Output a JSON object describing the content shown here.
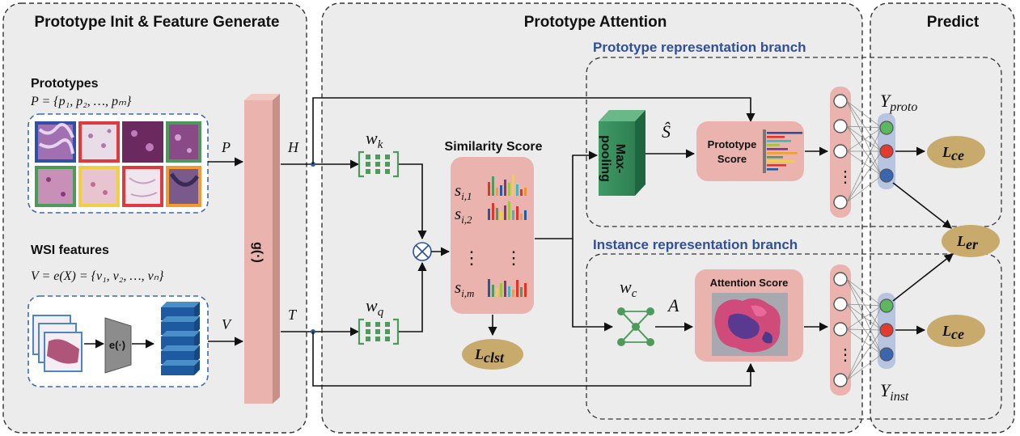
{
  "panels": {
    "init": "Prototype Init & Feature Generate",
    "attention": "Prototype Attention",
    "predict": "Predict"
  },
  "branches": {
    "prototype": "Prototype representation branch",
    "instance": "Instance representation branch"
  },
  "left": {
    "prototypes_title": "Prototypes",
    "prototypes_formula": "P = {p₁, p₂, …, pₘ}",
    "wsi_title": "WSI features",
    "wsi_formula": "V = e(X) = {v₁, v₂, …, vₙ}",
    "encoder": "e(·)",
    "arrow_p": "P",
    "arrow_v": "V",
    "generator": "g(·)"
  },
  "middle": {
    "h": "H",
    "t": "T",
    "wk_base": "w",
    "wk_sub": "k",
    "wq_base": "w",
    "wq_sub": "q",
    "similarity_title": "Similarity Score",
    "s_base": "s",
    "s1_sub": "i,1",
    "s2_sub": "i,2",
    "sm_sub": "i,m",
    "vdots": "⋮",
    "otimes": "⊗",
    "loss_clst_base": "L",
    "loss_clst_sub": "clst"
  },
  "proto_branch": {
    "maxpool_line1": "Max-",
    "maxpool_line2": "pooling",
    "s_hat": "Ŝ",
    "score_line1": "Prototype",
    "score_line2": "Score"
  },
  "inst_branch": {
    "wc_base": "w",
    "wc_sub": "c",
    "a": "A",
    "attention_title": "Attention Score"
  },
  "predict": {
    "y_proto_base": "Y",
    "y_proto_sub": "proto",
    "y_inst_base": "Y",
    "y_inst_sub": "inst",
    "lce_base": "L",
    "lce_sub": "ce",
    "ler_base": "L",
    "ler_sub": "er"
  },
  "colors": {
    "panel_bg": "#ececec",
    "pink": "#eab3ad",
    "green": "#4e9a5b",
    "loss": "#c8aa6c",
    "blue_node": "#3a66b0",
    "red_node": "#e23a2f",
    "green_node": "#5cb85c",
    "dash_blue": "#3a6ab0"
  }
}
